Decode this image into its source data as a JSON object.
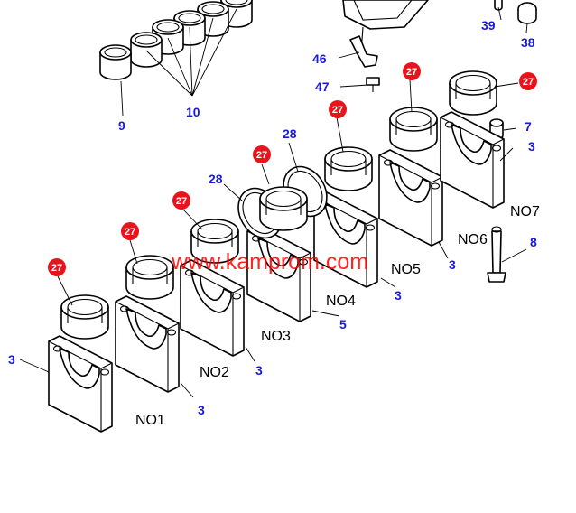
{
  "watermark": "www.kamprom.com",
  "labels": {
    "p9": "9",
    "p10": "10",
    "p39": "39",
    "p38": "38",
    "p46": "46",
    "p47": "47",
    "p7": "7",
    "p3": "3",
    "p8": "8",
    "p28": "28",
    "p5": "5"
  },
  "badge": "27",
  "journals": {
    "no1": "NO1",
    "no2": "NO2",
    "no3": "NO3",
    "no4": "NO4",
    "no5": "NO5",
    "no6": "NO6",
    "no7": "NO7"
  },
  "colors": {
    "callout_blue": "#1a1ad6",
    "badge_red": "#e8141b",
    "watermark_red": "#ff0000"
  }
}
